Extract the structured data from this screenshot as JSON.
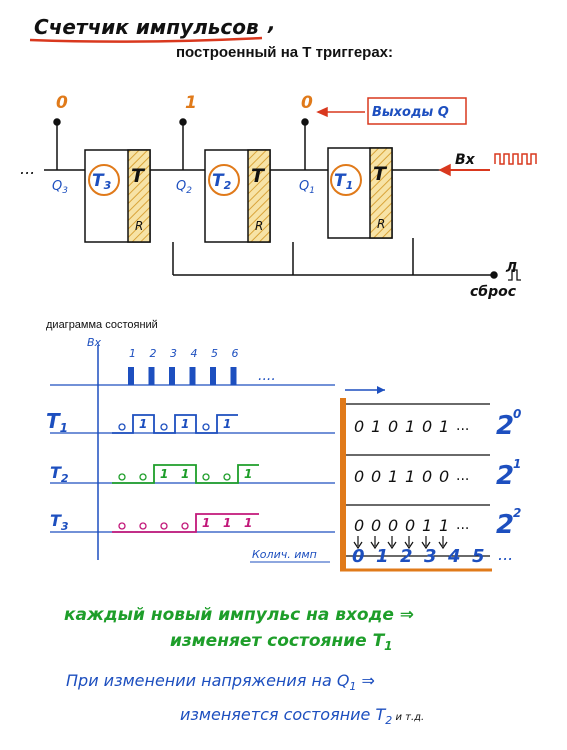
{
  "title": {
    "main": "Счетчик импульсов",
    "comma": ",",
    "subtitle": "построенный на Т триггерах:"
  },
  "schematic": {
    "dots": "...",
    "outputs_label": "Выходы Q",
    "input_label": "Вх",
    "reset_label": "сброс",
    "reset_symbol": "Л",
    "triggers": [
      {
        "name": "T3",
        "sub": "3",
        "type": "T",
        "reset": "R",
        "output": "Q3",
        "out_sub": "3",
        "value": "0"
      },
      {
        "name": "T2",
        "sub": "2",
        "type": "T",
        "reset": "R",
        "output": "Q2",
        "out_sub": "2",
        "value": "1"
      },
      {
        "name": "T1",
        "sub": "1",
        "type": "T",
        "reset": "R",
        "output": "Q1",
        "out_sub": "1",
        "value": "0"
      }
    ]
  },
  "diagram": {
    "caption": "диаграмма состояний",
    "input_label": "Вх",
    "pulse_numbers": [
      "1",
      "2",
      "3",
      "4",
      "5",
      "6"
    ],
    "dots": "....",
    "rows": [
      {
        "label": "T",
        "sub": "1",
        "states": [
          "0",
          "1",
          "0",
          "1",
          "0",
          "1"
        ],
        "color": "#1d4fbf"
      },
      {
        "label": "T",
        "sub": "2",
        "states": [
          "0",
          "0",
          "1",
          "1",
          "0",
          "0",
          "1"
        ],
        "color": "#1e9e2a"
      },
      {
        "label": "T",
        "sub": "3",
        "states": [
          "0",
          "0",
          "0",
          "0",
          "1",
          "1",
          "1"
        ],
        "color": "#c2187a"
      }
    ],
    "count_label": "Колич. имп",
    "table": {
      "rows": [
        {
          "bits": [
            "0",
            "1",
            "0",
            "1",
            "0",
            "1"
          ],
          "weight": "2",
          "exp": "0"
        },
        {
          "bits": [
            "0",
            "0",
            "1",
            "1",
            "0",
            "0"
          ],
          "weight": "2",
          "exp": "1"
        },
        {
          "bits": [
            "0",
            "0",
            "0",
            "0",
            "1",
            "1"
          ],
          "weight": "2",
          "exp": "2"
        }
      ],
      "counts": [
        "0",
        "1",
        "2",
        "3",
        "4",
        "5"
      ],
      "dots": "..."
    }
  },
  "notes": [
    {
      "text": "каждый новый импульс на входе ⇒",
      "color": "#1e9e2a"
    },
    {
      "text": "изменяет состояние T",
      "sub": "1",
      "color": "#1e9e2a"
    },
    {
      "text": "При изменении напряжения на Q",
      "sub": "1",
      "tail": " ⇒",
      "color": "#1d4fbf"
    },
    {
      "text": "изменяется состояние T",
      "sub": "2",
      "tail": " и т.д.",
      "color": "#1d4fbf"
    }
  ],
  "colors": {
    "ink": "#111111",
    "red": "#d9381e",
    "orange": "#e07a1a",
    "blue": "#1d4fbf",
    "green": "#1e9e2a",
    "magenta": "#c2187a",
    "hatch": "#e6b84a"
  }
}
